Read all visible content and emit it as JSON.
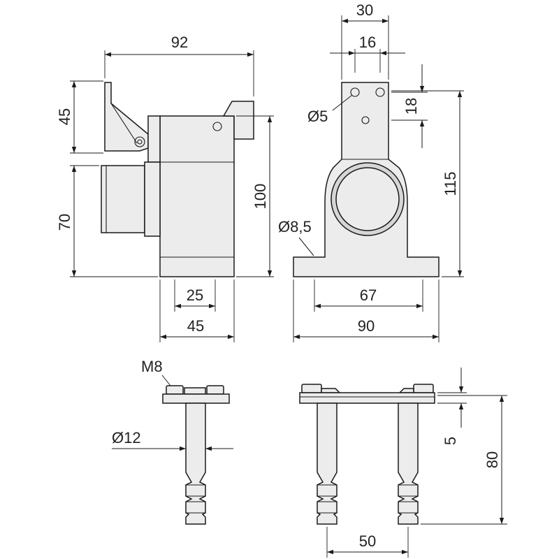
{
  "dimensions": {
    "side_width": "92",
    "side_top_height": "45",
    "side_bottom_height": "70",
    "side_total_height": "100",
    "side_base_25": "25",
    "side_base_45": "45",
    "front_top_30": "30",
    "front_top_16": "16",
    "front_hole_d5": "Ø5",
    "front_18": "18",
    "front_115": "115",
    "front_d85": "Ø8,5",
    "front_67": "67",
    "front_90": "90",
    "bolt_thread": "M8",
    "bolt_diameter": "Ø12",
    "bolt_5": "5",
    "bolt_80": "80",
    "bolt_spacing": "50"
  }
}
